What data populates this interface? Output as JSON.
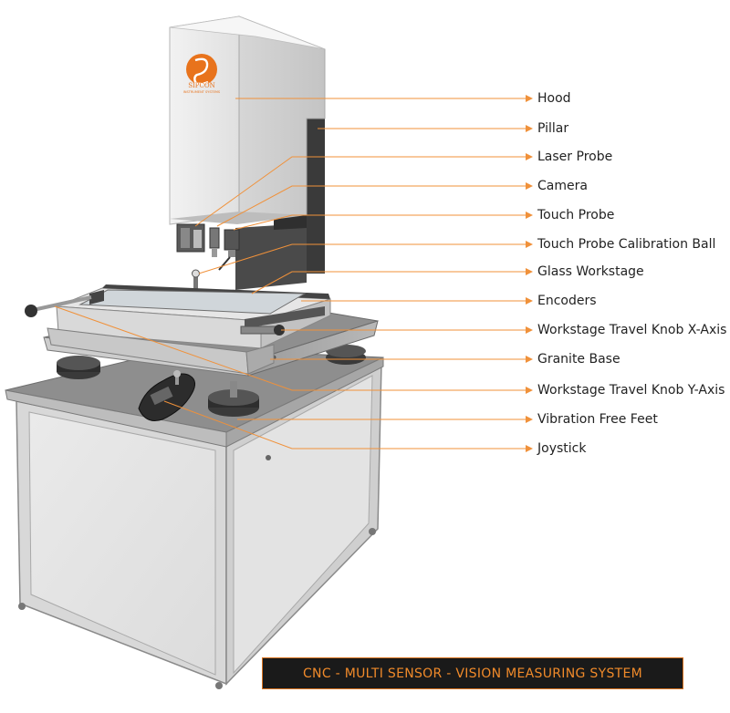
{
  "brand": {
    "logo_text": "SIPCON",
    "logo_subtext": "INSTRUMENT SYSTEMS"
  },
  "colors": {
    "leader_line": "#f0913a",
    "logo_orange": "#e8731c",
    "caption_bg": "#1a1a1a",
    "caption_text": "#f08a2a"
  },
  "labels": [
    {
      "id": "hood",
      "text": "Hood"
    },
    {
      "id": "pillar",
      "text": "Pillar"
    },
    {
      "id": "laser-probe",
      "text": "Laser Probe"
    },
    {
      "id": "camera",
      "text": "Camera"
    },
    {
      "id": "touch-probe",
      "text": "Touch Probe"
    },
    {
      "id": "touch-probe-calibration-ball",
      "text": "Touch Probe Calibration Ball"
    },
    {
      "id": "glass-workstage",
      "text": "Glass Workstage"
    },
    {
      "id": "encoders",
      "text": "Encoders"
    },
    {
      "id": "workstage-travel-knob-x-axis",
      "text": "Workstage Travel Knob X-Axis"
    },
    {
      "id": "granite-base",
      "text": "Granite Base"
    },
    {
      "id": "workstage-travel-knob-y-axis",
      "text": "Workstage Travel Knob Y-Axis"
    },
    {
      "id": "vibration-free-feet",
      "text": "Vibration Free Feet"
    },
    {
      "id": "joystick",
      "text": "Joystick"
    }
  ],
  "caption": "CNC - MULTI SENSOR - VISION MEASURING SYSTEM"
}
